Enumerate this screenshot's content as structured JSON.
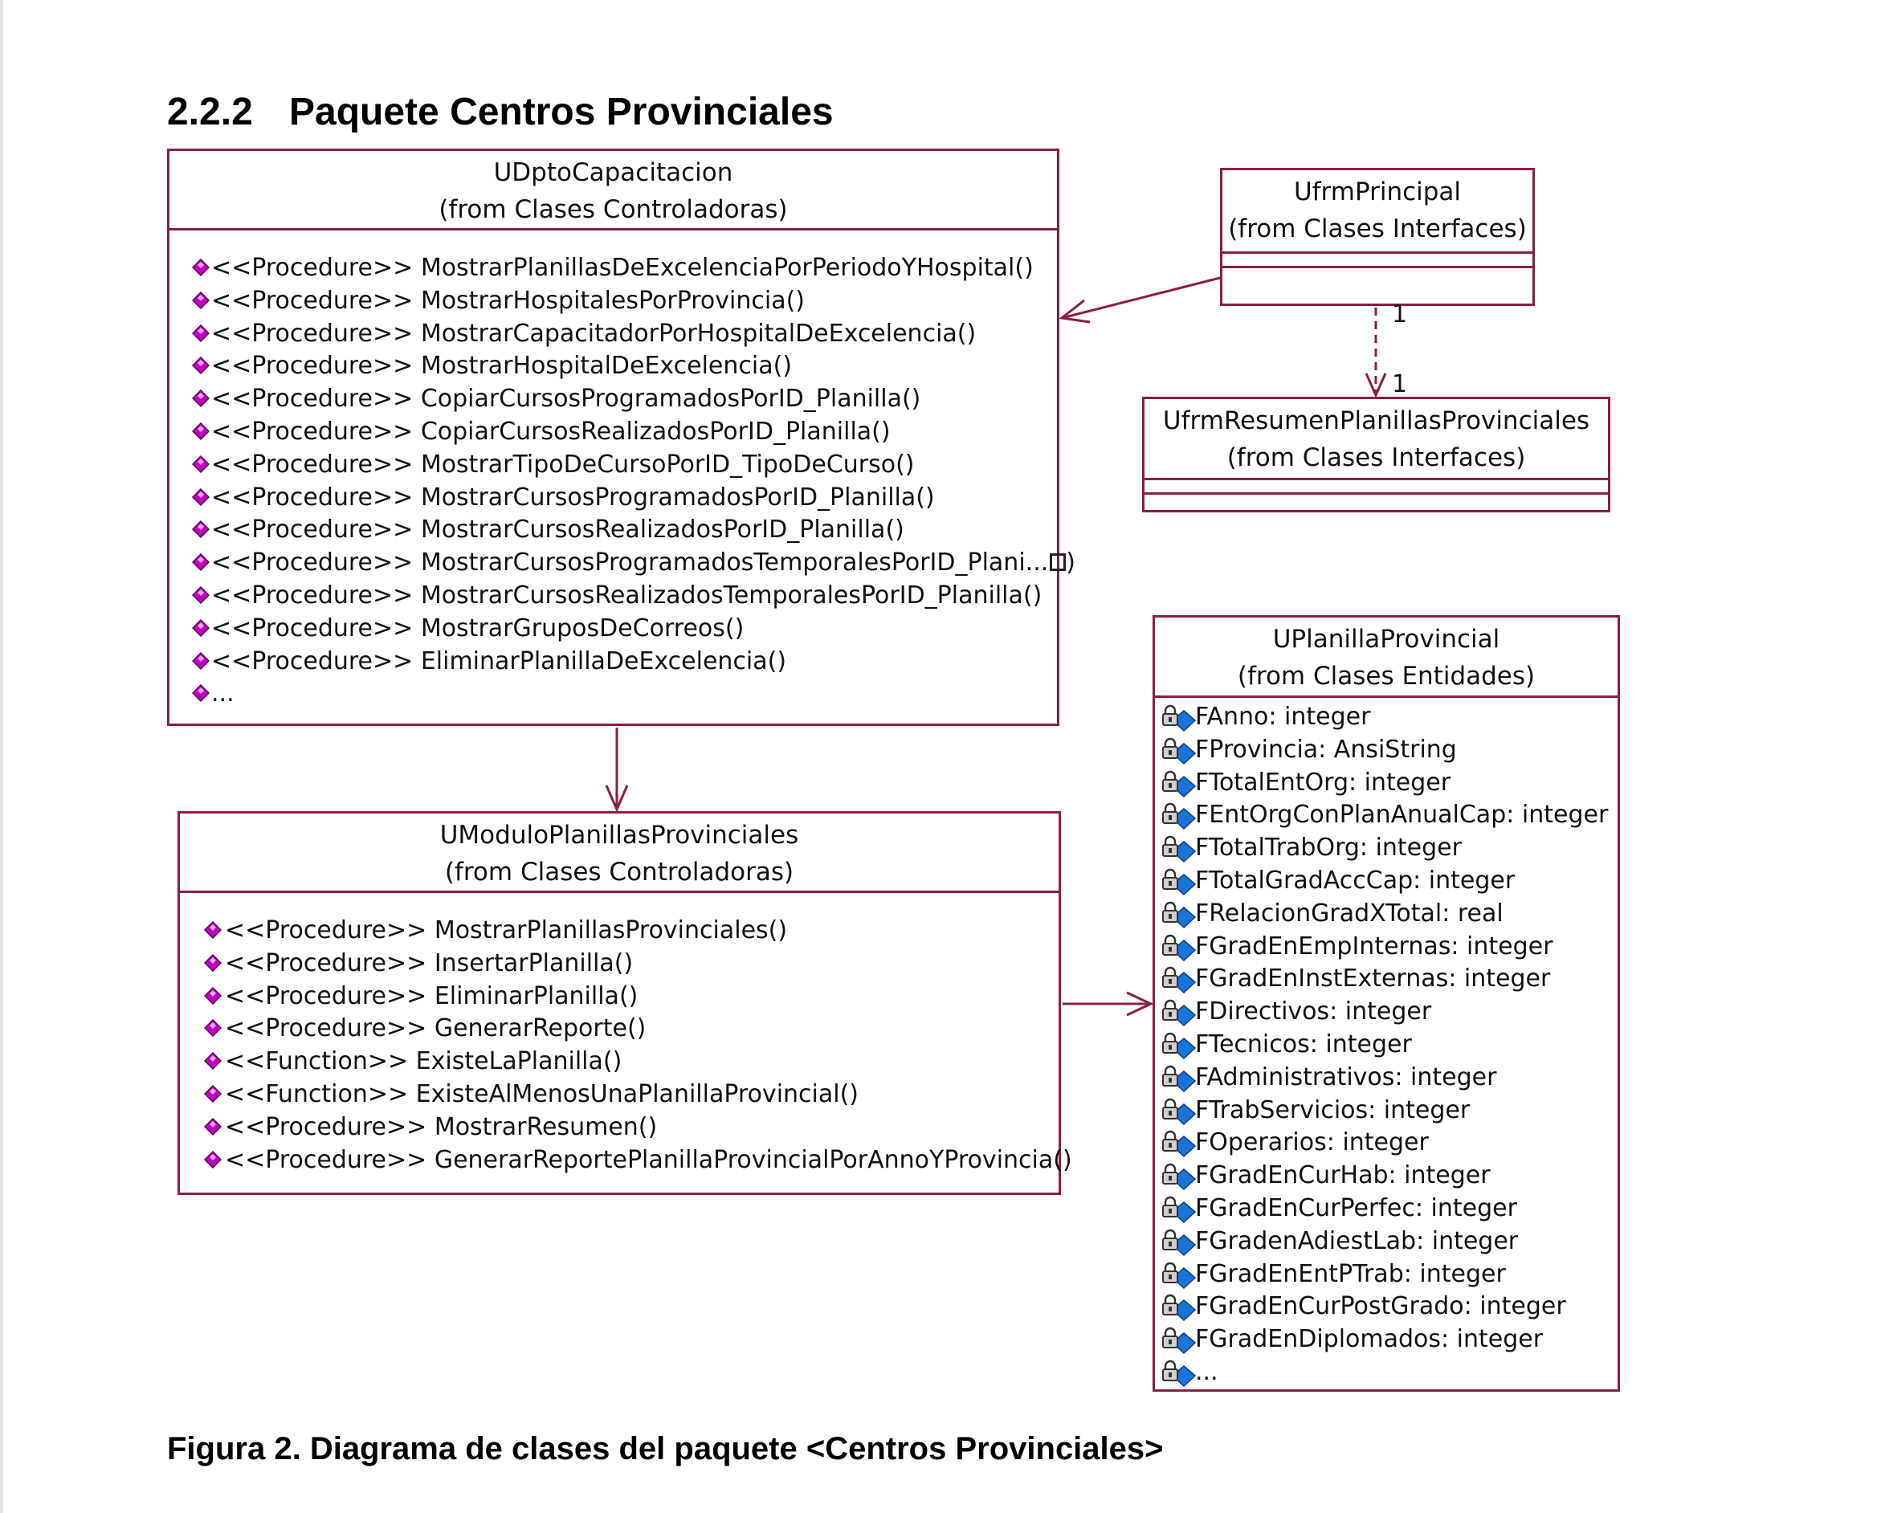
{
  "heading": {
    "number": "2.2.2",
    "title": "Paquete Centros Provinciales"
  },
  "caption": "Figura 2. Diagrama de clases del paquete <Centros Provinciales>",
  "colors": {
    "border": "#8b1e45",
    "operation_icon": "#c000c0",
    "attribute_icon": "#1a73d9"
  },
  "classes": {
    "udpto": {
      "name": "UDptoCapacitacion",
      "package": "(from Clases Controladoras)",
      "operations": [
        "<<Procedure>> MostrarPlanillasDeExcelenciaPorPeriodoYHospital()",
        "<<Procedure>> MostrarHospitalesPorProvincia()",
        "<<Procedure>> MostrarCapacitadorPorHospitalDeExcelencia()",
        "<<Procedure>> MostrarHospitalDeExcelencia()",
        "<<Procedure>> CopiarCursosProgramadosPorID_Planilla()",
        "<<Procedure>> CopiarCursosRealizadosPorID_Planilla()",
        "<<Procedure>> MostrarTipoDeCursoPorID_TipoDeCurso()",
        "<<Procedure>> MostrarCursosProgramadosPorID_Planilla()",
        "<<Procedure>> MostrarCursosRealizadosPorID_Planilla()",
        "<<Procedure>> MostrarCursosProgramadosTemporalesPorID_Plani...",
        "<<Procedure>> MostrarCursosRealizadosTemporalesPorID_Planilla()",
        "<<Procedure>> MostrarGruposDeCorreos()",
        "<<Procedure>> EliminarPlanillaDeExcelencia()",
        "..."
      ],
      "truncated_suffix": ")"
    },
    "ufrm_principal": {
      "name": "UfrmPrincipal",
      "package": "(from Clases Interfaces)"
    },
    "ufrm_resumen": {
      "name": "UfrmResumenPlanillasProvinciales",
      "package": "(from Clases Interfaces)"
    },
    "umodulo": {
      "name": "UModuloPlanillasProvinciales",
      "package": "(from Clases Controladoras)",
      "operations": [
        "<<Procedure>> MostrarPlanillasProvinciales()",
        "<<Procedure>> InsertarPlanilla()",
        "<<Procedure>> EliminarPlanilla()",
        "<<Procedure>> GenerarReporte()",
        "<<Function>> ExisteLaPlanilla()",
        "<<Function>> ExisteAlMenosUnaPlanillaProvincial()",
        "<<Procedure>> MostrarResumen()",
        "<<Procedure>> GenerarReportePlanillaProvincialPorAnnoYProvincia()"
      ]
    },
    "uplanilla": {
      "name": "UPlanillaProvincial",
      "package": "(from Clases Entidades)",
      "attributes": [
        "FAnno: integer",
        "FProvincia: AnsiString",
        "FTotalEntOrg: integer",
        "FEntOrgConPlanAnualCap: integer",
        "FTotalTrabOrg: integer",
        "FTotalGradAccCap: integer",
        "FRelacionGradXTotal: real",
        "FGradEnEmpInternas: integer",
        "FGradEnInstExternas: integer",
        "FDirectivos: integer",
        "FTecnicos: integer",
        "FAdministrativos: integer",
        "FTrabServicios: integer",
        "FOperarios: integer",
        "FGradEnCurHab: integer",
        "FGradEnCurPerfec: integer",
        "FGradenAdiestLab: integer",
        "FGradEnEntPTrab: integer",
        "FGradEnCurPostGrado: integer",
        "FGradEnDiplomados: integer",
        "..."
      ]
    }
  },
  "multiplicities": {
    "source": "1",
    "target": "1"
  }
}
